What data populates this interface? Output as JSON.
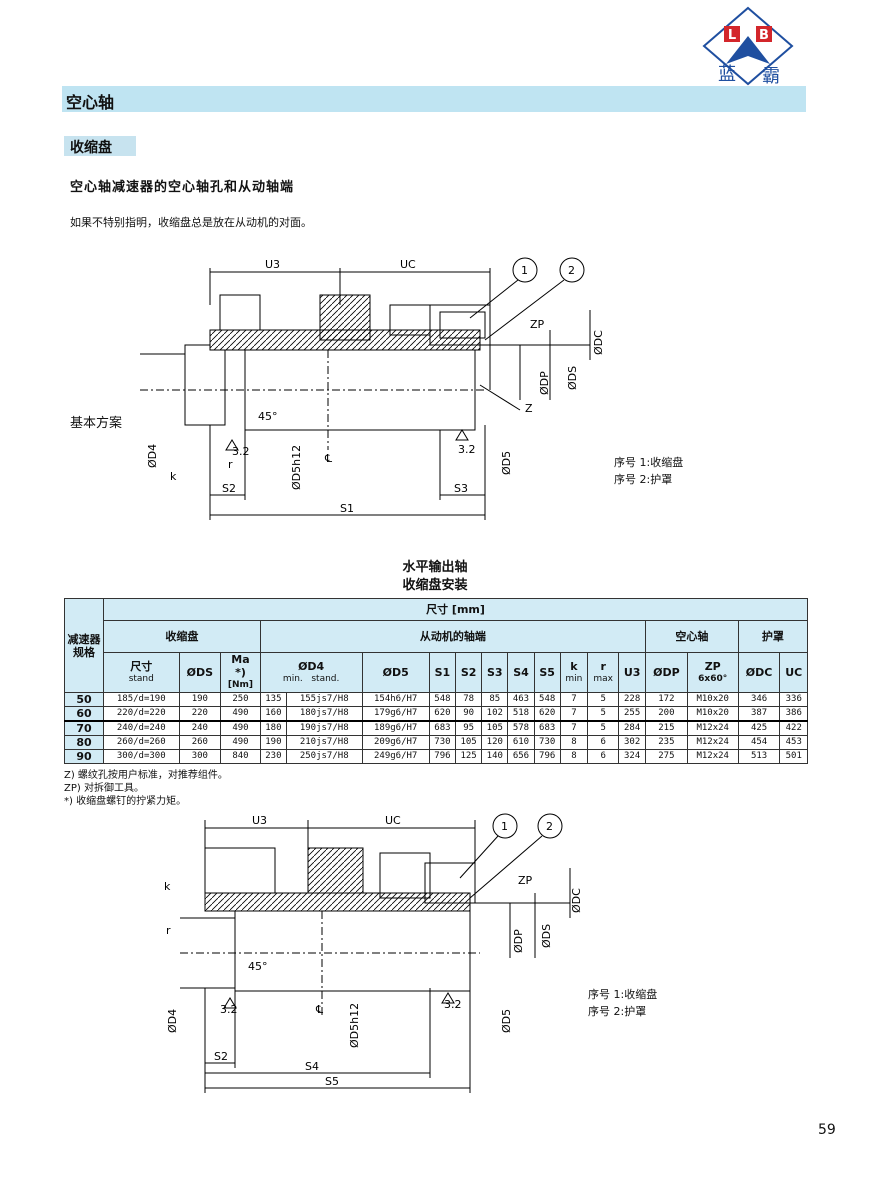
{
  "logo": {
    "letters_left": "L",
    "letters_right": "B",
    "name_left": "蓝",
    "name_right": "霸"
  },
  "section_title": "空心轴",
  "subsection_title": "收缩盘",
  "heading": "空心轴减速器的空心轴孔和从动轴端",
  "note": "如果不特别指明，收缩盘总是放在从动机的对面。",
  "diagram1": {
    "side_label": "基本方案",
    "dims": {
      "U3": "U3",
      "UC": "UC",
      "ZP": "ZP",
      "DC": "ØDC",
      "DP": "ØDP",
      "DS": "ØDS",
      "Z": "Z",
      "D4": "ØD4",
      "k": "k",
      "r": "r",
      "rough1": "3.2",
      "rough2": "3.2",
      "D5h12": "ØD5h12",
      "CL": "℄",
      "D5": "ØD5",
      "S2": "S2",
      "S3": "S3",
      "S1": "S1",
      "angle": "45°",
      "item1": "1",
      "item2": "2"
    },
    "legend": [
      "序号 1:收缩盘",
      "序号 2:护罩"
    ]
  },
  "table_caption": [
    "水平输出轴",
    "收缩盘安装"
  ],
  "table": {
    "col_model": "减速器规格",
    "size_unit": "尺寸   [mm]",
    "group_disc": "收缩盘",
    "group_shaft_end": "从动机的轴端",
    "group_hollow": "空心轴",
    "group_guard": "护罩",
    "h_size": "尺寸",
    "h_size_sub": "stand",
    "h_ds": "ØDS",
    "h_ma": "Ma",
    "h_ma_star": "*)",
    "h_ma_unit": "[Nm]",
    "h_d4": "ØD4",
    "h_d4_min": "min.",
    "h_d4_stand": "stand.",
    "h_d5": "ØD5",
    "h_s1": "S1",
    "h_s2": "S2",
    "h_s3": "S3",
    "h_s4": "S4",
    "h_s5": "S5",
    "h_k": "k",
    "h_k_sub": "min",
    "h_r": "r",
    "h_r_sub": "max",
    "h_u3": "U3",
    "h_dp": "ØDP",
    "h_zp": "ZP",
    "h_zp_sub": "6x60°",
    "h_dc": "ØDC",
    "h_uc": "UC",
    "rows": [
      [
        "50",
        "185/d=190",
        "190",
        "250",
        "135",
        "155js7/H8",
        "154h6/H7",
        "548",
        "78",
        "85",
        "463",
        "548",
        "7",
        "5",
        "228",
        "172",
        "M10x20",
        "346",
        "336"
      ],
      [
        "60",
        "220/d=220",
        "220",
        "490",
        "160",
        "180js7/H8",
        "179g6/H7",
        "620",
        "90",
        "102",
        "518",
        "620",
        "7",
        "5",
        "255",
        "200",
        "M10x20",
        "387",
        "386"
      ],
      [
        "70",
        "240/d=240",
        "240",
        "490",
        "180",
        "190js7/H8",
        "189g6/H7",
        "683",
        "95",
        "105",
        "578",
        "683",
        "7",
        "5",
        "284",
        "215",
        "M12x24",
        "425",
        "422"
      ],
      [
        "80",
        "260/d=260",
        "260",
        "490",
        "190",
        "210js7/H8",
        "209g6/H7",
        "730",
        "105",
        "120",
        "610",
        "730",
        "8",
        "6",
        "302",
        "235",
        "M12x24",
        "454",
        "453"
      ],
      [
        "90",
        "300/d=300",
        "300",
        "840",
        "230",
        "250js7/H8",
        "249g6/H7",
        "796",
        "125",
        "140",
        "656",
        "796",
        "8",
        "6",
        "324",
        "275",
        "M12x24",
        "513",
        "501"
      ]
    ]
  },
  "footnotes": [
    "Z) 螺纹孔按用户标准，对推荐组件。",
    "ZP) 对拆御工具。",
    "*) 收缩盘螺钉的拧紧力矩。"
  ],
  "diagram2": {
    "dims": {
      "U3": "U3",
      "UC": "UC",
      "ZP": "ZP",
      "DC": "ØDC",
      "DP": "ØDP",
      "DS": "ØDS",
      "D4": "ØD4",
      "k": "k",
      "r": "r",
      "rough1": "3.2",
      "rough2": "3.2",
      "D5h12": "ØD5h12",
      "CL": "℄",
      "D5": "ØD5",
      "S2": "S2",
      "S4": "S4",
      "S5": "S5",
      "angle": "45°",
      "item1": "1",
      "item2": "2"
    },
    "legend": [
      "序号 1:收缩盘",
      "序号 2:护罩"
    ]
  },
  "page_number": "59",
  "colors": {
    "section_bar": "#bfe4f2",
    "table_header": "#d2ebf5",
    "logo_blue": "#1f4fa0",
    "logo_red": "#d3262b"
  }
}
